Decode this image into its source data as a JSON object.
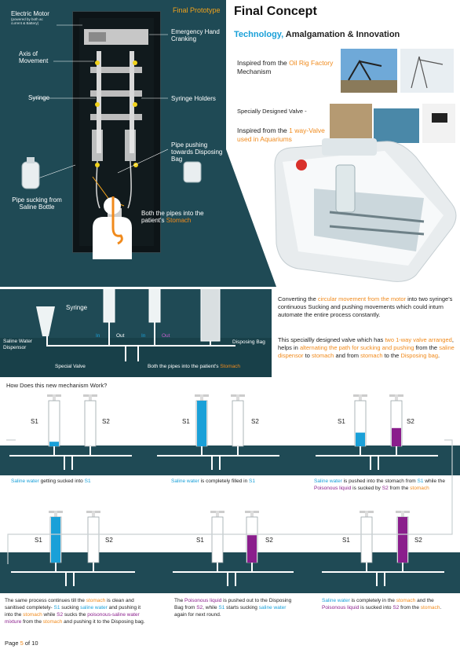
{
  "header": {
    "final_prototype": "Final Prototype",
    "final_concept": "Final Concept",
    "tagline_part1": "Technology,",
    "tagline_part2": " Amalgamation & Innovation"
  },
  "prototype_labels": {
    "electric_motor": "Electric Motor",
    "electric_motor_note": "(powered by both ac current & Battery)",
    "axis_of_movement": "Axis of Movement",
    "syringe": "Syringe",
    "emergency_hand_cranking": "Emergency Hand Cranking",
    "syringe_holders": "Syringe Holders",
    "pipe_pushing": "Pipe pushing towards Disposing Bag",
    "pipe_sucking": "Pipe sucking from Saline Bottle",
    "both_pipes_prefix": "Both the pipes into the patient's",
    "both_pipes_highlight": "Stomach"
  },
  "inspiration": {
    "oil_prefix": "Inspired from the",
    "oil_highlight": "Oil Rig Factory",
    "oil_suffix": "Mechanism",
    "valve_title": "Specially Designed Valve -",
    "valve_prefix": "Inspired from the",
    "valve_highlight": "1 way-Valve used in Aquariums"
  },
  "mechanism_diagram": {
    "syringe": "Syringe",
    "in1": "In",
    "out1": "Out",
    "in2": "In",
    "out2": "Out",
    "saline_dispensor": "Saline Water Dispensor",
    "disposing_bag": "Disposing Bag",
    "special_valve": "Special Valve",
    "both_pipes_prefix": "Both the pipes into the patient's",
    "both_pipes_highlight": "Stomach"
  },
  "description": {
    "p1_a": "Converting the",
    "p1_hl": "circular movement from the motor",
    "p1_b": "into two syringe's continuous Sucking and pushing movements which could inturn automate the entire process constantly.",
    "p2_a": "This speciallly designed valve which has",
    "p2_hl1": "two 1-way valve arranged",
    "p2_b": ", helps in",
    "p2_hl2": "alternating the path for sucking and pushing",
    "p2_c": "from the",
    "p2_hl3": "saline dispensor",
    "p2_d": "to",
    "p2_hl4": "stomach",
    "p2_e": "and from",
    "p2_hl5": "stomach",
    "p2_f": "to the",
    "p2_hl6": "Disposing bag",
    "p2_g": "."
  },
  "how_title": "How Does this new mechanism Work?",
  "steps": [
    {
      "s1": "S1",
      "s2": "S2",
      "cap_a": "Saline water",
      "cap_b": " getting sucked into ",
      "cap_c": "S1"
    },
    {
      "s1": "S1",
      "s2": "S2",
      "cap_a": "Saline water",
      "cap_b": " is completely filled in ",
      "cap_c": "S1"
    },
    {
      "s1": "S1",
      "s2": "S2",
      "cap_a": "Saline water",
      "cap_b": " is pushed into the stomach from ",
      "cap_c": "S1",
      "cap_d": " while the ",
      "cap_e": "Poisonous liquid",
      "cap_f": " is sucked by ",
      "cap_g": "S2",
      "cap_h": " from the ",
      "cap_i": "stomach"
    },
    {
      "s1": "S1",
      "s2": "S2"
    },
    {
      "s1": "S1",
      "s2": "S2"
    },
    {
      "s1": "S1",
      "s2": "S2"
    }
  ],
  "captions_row2": {
    "c4_1": "The same process continues till the",
    "c4_2": "stomach",
    "c4_3": "is clean and sanitised completely-",
    "c4_4": "S1",
    "c4_5": "sucking",
    "c4_6": "saline water",
    "c4_7": "and pushing it into the",
    "c4_8": "stomach",
    "c4_9": "while",
    "c4_10": "S2",
    "c4_11": "sucks the",
    "c4_12": "poisonous-saline water mixture",
    "c4_13": "from the",
    "c4_14": "stomach",
    "c4_15": "and pushing it to the Disposing bag.",
    "c5_1": "The",
    "c5_2": "Poisonous liquid",
    "c5_3": "is pushed out to the Disposing Bag from",
    "c5_4": "S2",
    "c5_5": ", while",
    "c5_6": "S1",
    "c5_7": "starts sucking",
    "c5_8": "saline water",
    "c5_9": "again for next round.",
    "c6_1": "Saline water",
    "c6_2": "is completely in the",
    "c6_3": "stomach",
    "c6_4": "and the",
    "c6_5": "Poisonous liquid",
    "c6_6": "is sucked into",
    "c6_7": "S2",
    "c6_8": "from the",
    "c6_9": "stomach",
    "c6_10": "."
  },
  "footer": {
    "page_prefix": "Page",
    "page_num": "5",
    "page_suffix": "of 10"
  },
  "colors": {
    "teal": "#1f4a55",
    "orange": "#f08a1c",
    "cyan": "#1aa0d8",
    "purple": "#8a1e8c"
  },
  "steps_fill": [
    {
      "s1": 0.1,
      "s2": 0
    },
    {
      "s1": 1,
      "s2": 0
    },
    {
      "s1": 0.3,
      "s2": 0.4
    },
    {
      "s1": 1,
      "s2": 0
    },
    {
      "s1": 0,
      "s2": 0.6
    },
    {
      "s1": 0,
      "s2": 1
    }
  ]
}
